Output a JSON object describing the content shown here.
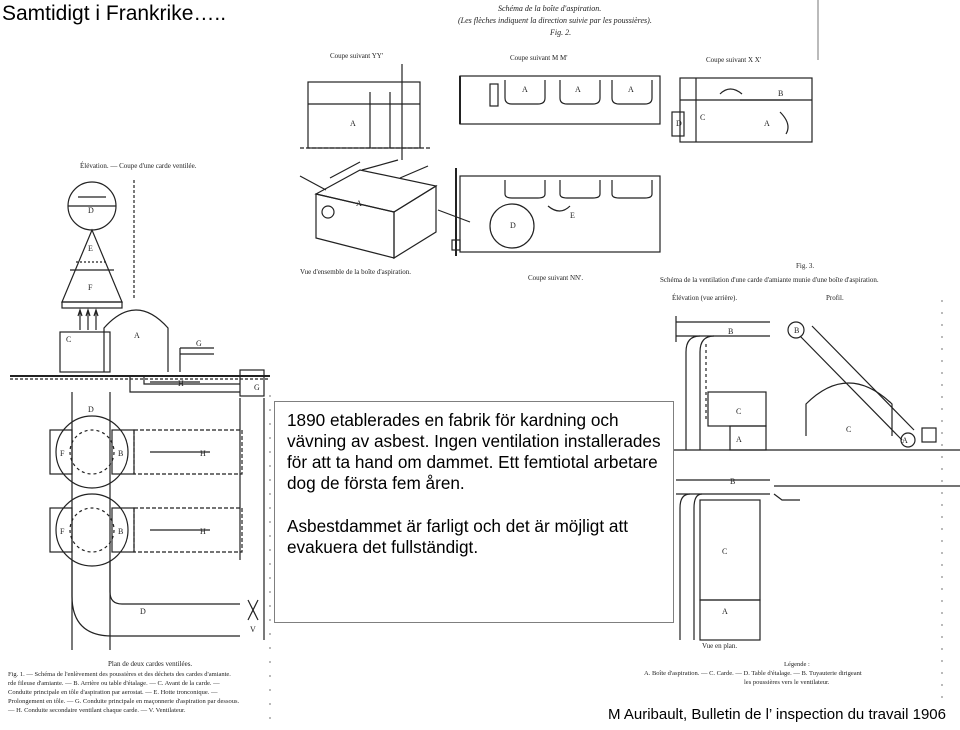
{
  "slide": {
    "title": "Samtidigt i Frankrike…..",
    "body_paragraph_1": "1890 etablerades en fabrik för kardning och vävning av asbest. Ingen ventilation installerades för att ta hand om dammet. Ett femtiotal arbetare dog de första fem åren.",
    "body_paragraph_2": "Asbestdammet är farligt och det är möjligt att evakuera det fullständigt.",
    "credit": "M Auribault, Bulletin de l’ inspection du travail 1906"
  },
  "figure_text": {
    "fig2_title": "Schéma de la boîte d'aspiration.",
    "fig2_subtitle": "(Les flèches indiquent la direction suivie par les poussières).",
    "fig2_number": "Fig. 2.",
    "coupe_yy": "Coupe suivant YY'",
    "coupe_mm": "Coupe suivant M M'",
    "coupe_xx": "Coupe suivant X X'",
    "coupe_nn": "Coupe suivant NN'.",
    "vue_ensemble": "Vue d'ensemble de la boîte d'aspiration.",
    "elevation_left": "Élévation. — Coupe d'une carde ventilée.",
    "fig3_number": "Fig. 3.",
    "fig3_title": "Schéma de la ventilation d'une carde d'amiante munie d'une boîte d'aspiration.",
    "elevation_right": "Élévation (vue arrière).",
    "profil": "Profil.",
    "vue_en_plan": "Vue en plan.",
    "plan_deux_cardes": "Plan de deux cardes ventilées.",
    "fig1_caption_1": "Fig. 1. — Schéma de l'enlèvement des poussières et des déchets des cardes d'amiante.",
    "fig1_caption_2": "rde fileuse d'amiante. — B. Arrière ou table d'étalage. — C. Avant de la carde. —",
    "fig1_caption_3": "Conduite principale en tôle d'aspiration par aerostat. — E. Hotte tronconique. —",
    "fig1_caption_4": "Prolongement en tôle. — G. Conduite principale en maçonnerie d'aspiration par dessous.",
    "fig1_caption_5": "— H. Conduite secondaire ventilant chaque carde. — V. Ventilateur.",
    "legende_title": "Légende :",
    "legende_1": "A. Boîte d'aspiration. — C. Carde. — D. Table d'étalage. — B. Tuyauterie dirigeant",
    "legende_2": "les poussières vers le ventilateur."
  }
}
